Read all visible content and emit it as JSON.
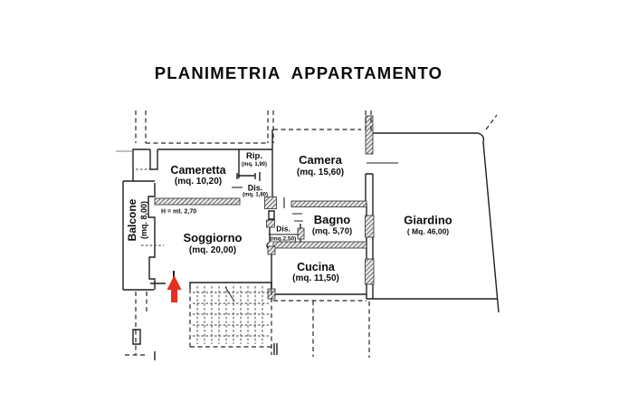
{
  "title": "PLANIMETRIA  APPARTAMENTO",
  "rooms": {
    "cameretta": {
      "name": "Cameretta",
      "area": "(mq. 10,20)"
    },
    "rip": {
      "name": "Rip.",
      "area": "(mq. 1,90)"
    },
    "dis_upper": {
      "name": "Dis.",
      "area": "(mq. 1,80)"
    },
    "camera": {
      "name": "Camera",
      "area": "(mq. 15,60)"
    },
    "balcone": {
      "name": "Balcone",
      "area": "(mq. 8,00)"
    },
    "soggiorno": {
      "name": "Soggiorno",
      "area": "(mq. 20,00)"
    },
    "dis_lower": {
      "name": "Dis.",
      "area": "(mq.2,50)"
    },
    "bagno": {
      "name": "Bagno",
      "area": "(mq. 5,70)"
    },
    "cucina": {
      "name": "Cucina",
      "area": "(mq. 11,50)"
    },
    "giardino": {
      "name": "Giardino",
      "area": "( Mq. 46,00)"
    }
  },
  "annotations": {
    "height_note": "H = mt. 2,70",
    "arrow_color": "#e5301f",
    "line_color": "#1f1f1f"
  }
}
